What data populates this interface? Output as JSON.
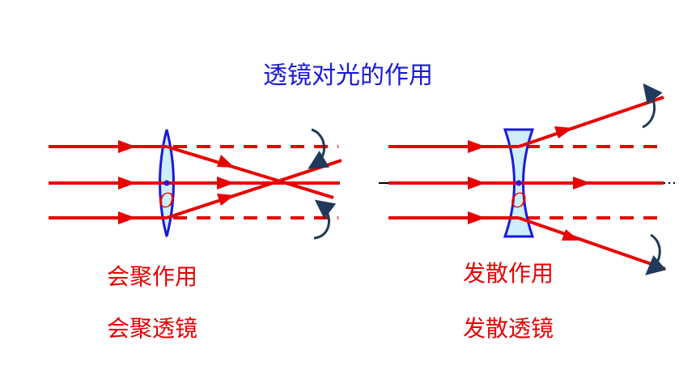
{
  "title": "透镜对光的作用",
  "left": {
    "effect_label": "会聚作用",
    "lens_label": "会聚透镜",
    "center_label": "O"
  },
  "right": {
    "effect_label": "发散作用",
    "lens_label": "发散透镜",
    "center_label": "O"
  },
  "colors": {
    "title": "#1a1ad8",
    "ray": "#e80000",
    "lens_stroke": "#1a1ad8",
    "lens_fill": "#cdeefa",
    "arrow": "#1f3a5a"
  }
}
